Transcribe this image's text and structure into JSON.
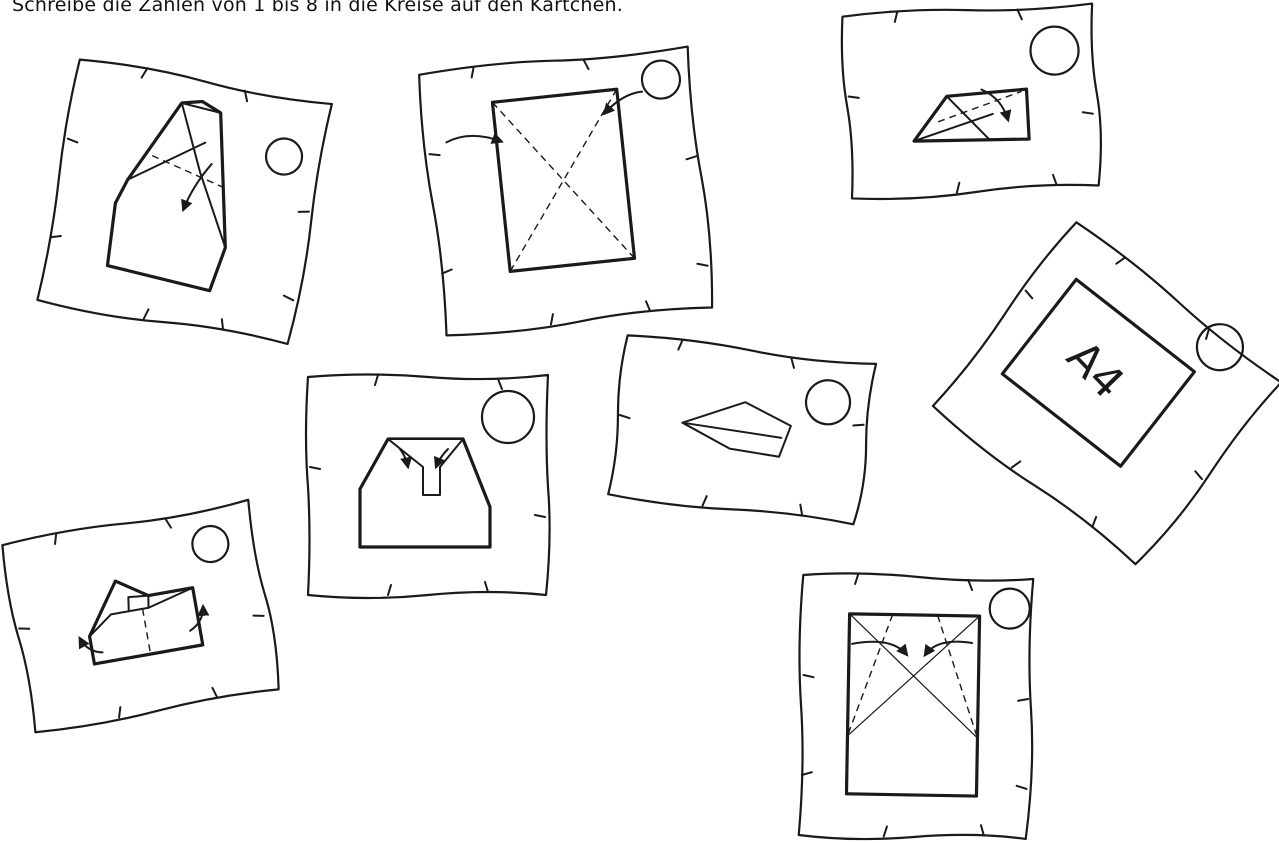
{
  "worksheet": {
    "instruction": "Schreibe die Zahlen von 1 bis 8 in die Kreise auf den Kärtchen.",
    "paper_label": "A4",
    "card_count": 8
  }
}
